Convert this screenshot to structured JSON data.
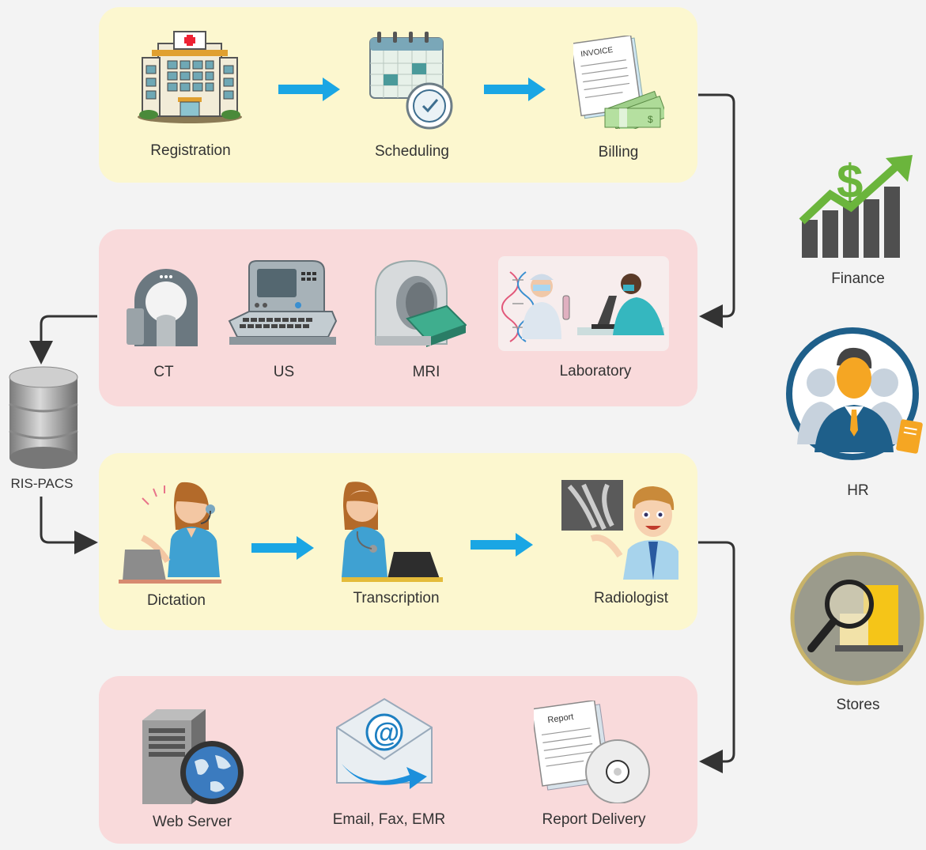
{
  "colors": {
    "workflow_panel": "#fcf7cf",
    "modality_panel": "#f9dadb",
    "flow_arrow": "#1aa6e4",
    "connector": "#333333"
  },
  "rows": {
    "front_office": {
      "items": [
        {
          "label": "Registration",
          "icon": "hospital-icon"
        },
        {
          "label": "Scheduling",
          "icon": "calendar-clock-icon"
        },
        {
          "label": "Billing",
          "icon": "invoice-money-icon",
          "badge": "INVOICE"
        }
      ]
    },
    "modalities": {
      "items": [
        {
          "label": "CT",
          "icon": "ct-scanner-icon"
        },
        {
          "label": "US",
          "icon": "ultrasound-machine-icon"
        },
        {
          "label": "MRI",
          "icon": "mri-scanner-icon"
        },
        {
          "label": "Laboratory",
          "icon": "lab-scientists-icon"
        }
      ]
    },
    "reporting": {
      "items": [
        {
          "label": "Dictation",
          "icon": "dictation-person-icon"
        },
        {
          "label": "Transcription",
          "icon": "transcriptionist-icon"
        },
        {
          "label": "Radiologist",
          "icon": "radiologist-xray-icon"
        }
      ]
    },
    "delivery": {
      "items": [
        {
          "label": "Web Server",
          "icon": "web-server-globe-icon"
        },
        {
          "label": "Email, Fax, EMR",
          "icon": "email-envelope-icon"
        },
        {
          "label": "Report Delivery",
          "icon": "report-disc-icon",
          "badge": "Report"
        }
      ]
    }
  },
  "central": {
    "label": "RIS-PACS",
    "icon": "database-icon"
  },
  "side": [
    {
      "label": "Finance",
      "icon": "finance-growth-icon"
    },
    {
      "label": "HR",
      "icon": "hr-person-icon"
    },
    {
      "label": "Stores",
      "icon": "stores-magnifier-icon"
    }
  ]
}
